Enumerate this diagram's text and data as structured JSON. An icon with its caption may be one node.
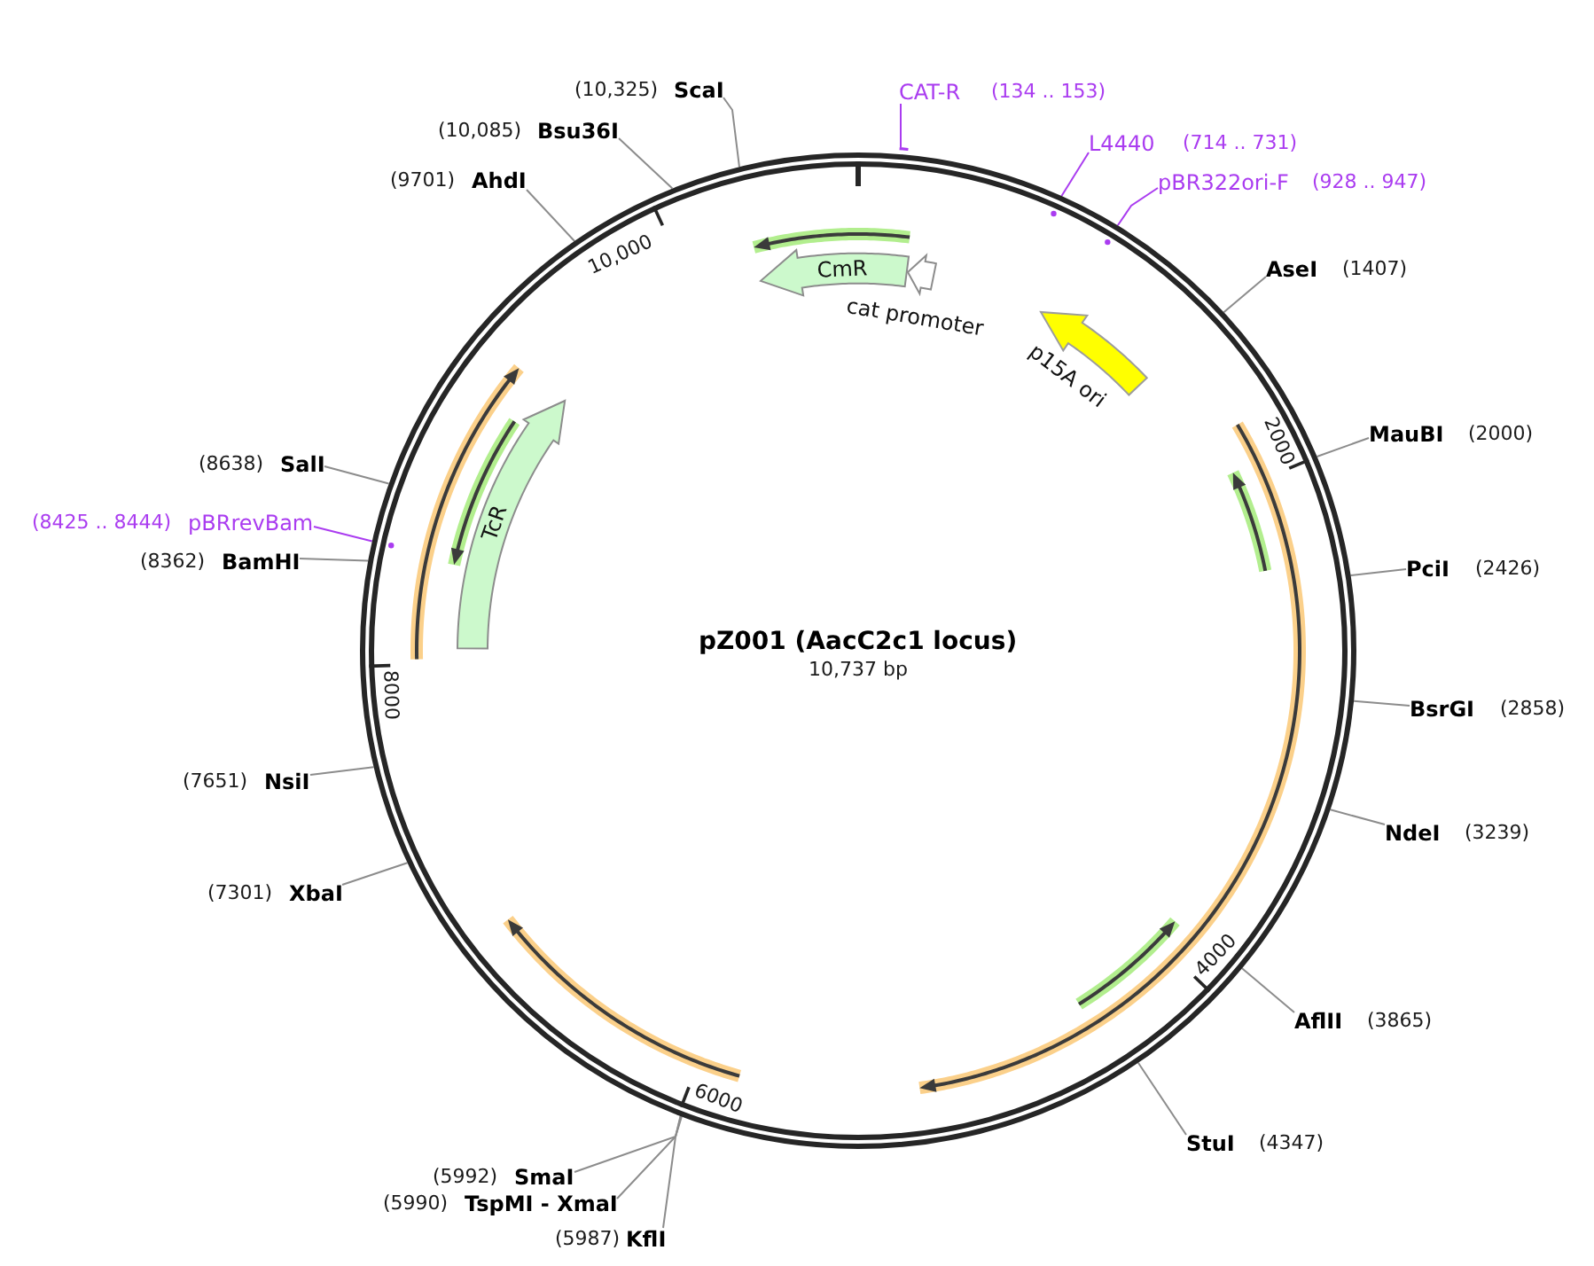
{
  "diagram": {
    "nodes": [
      {
        "text": [
          "pZ001 (AacC2c1 locus)",
          "10,737 bp"
        ]
      },
      {
        "text": [
          "CmR"
        ],
        "in": 0
      },
      {
        "text": [
          "cat promoter"
        ],
        "in": 0
      },
      {
        "text": [
          "p15A ori"
        ],
        "in": 0
      },
      {
        "text": [
          "TcR"
        ],
        "in": 0
      },
      {
        "text": [
          "ScaI"
        ],
        "beside": [
          "(10,325)"
        ]
      },
      {
        "text": [
          "CAT-R"
        ],
        "beside": [
          "(134 .. 153)"
        ]
      },
      {
        "text": [
          "Bsu36I"
        ],
        "beside": [
          "(10,085)"
        ]
      },
      {
        "text": [
          "L4440"
        ],
        "beside": [
          "(714 .. 731)"
        ]
      },
      {
        "text": [
          "AhdI"
        ],
        "beside": [
          "(9701)"
        ]
      },
      {
        "text": [
          "pBR322ori-F"
        ],
        "beside": [
          "(928 .. 947)"
        ]
      },
      {
        "text": [
          "AseI"
        ],
        "beside": [
          "(1407)"
        ]
      },
      {
        "text": [
          "MauBI"
        ],
        "beside": [
          "(2000)"
        ]
      },
      {
        "text": [
          "SalI"
        ],
        "beside": [
          "(8638)"
        ]
      },
      {
        "text": [
          "pBRrevBam"
        ],
        "beside": [
          "(8425 .. 8444)"
        ]
      },
      {
        "text": [
          "BamHI"
        ],
        "beside": [
          "(8362)"
        ]
      },
      {
        "text": [
          "PciI"
        ],
        "beside": [
          "(2426)"
        ]
      },
      {
        "text": [
          "BsrGI"
        ],
        "beside": [
          "(2858)"
        ]
      },
      {
        "text": [
          "NsiI"
        ],
        "beside": [
          "(7651)"
        ]
      },
      {
        "text": [
          "NdeI"
        ],
        "beside": [
          "(3239)"
        ]
      },
      {
        "text": [
          "XbaI"
        ],
        "beside": [
          "(7301)"
        ]
      },
      {
        "text": [
          "AflII"
        ],
        "beside": [
          "(3865)"
        ]
      },
      {
        "text": [
          "StuI"
        ],
        "beside": [
          "(4347)"
        ]
      },
      {
        "text": [
          "SmaI"
        ],
        "beside": [
          "(5992)"
        ]
      },
      {
        "text": [
          "TspMI - XmaI"
        ],
        "beside": [
          "(5990)"
        ]
      },
      {
        "text": [
          "KflI"
        ],
        "beside": [
          "(5987)"
        ]
      },
      {
        "text": [],
        "shape": "bar"
      }
    ],
    "edges": [
      {
        "from": 5,
        "to": 0,
        "arrow": "none"
      },
      {
        "from": 6,
        "to": 26,
        "arrow": "none",
        "color": "#aa3cf0"
      },
      {
        "from": 7,
        "to": 0,
        "arrow": "none"
      },
      {
        "from": 8,
        "to": 0,
        "arrow": "none",
        "color": "#aa3cf0"
      },
      {
        "from": 9,
        "to": 0,
        "arrow": "none"
      },
      {
        "from": 10,
        "to": 0,
        "arrow": "none",
        "color": "#aa3cf0"
      },
      {
        "from": 11,
        "to": 0,
        "arrow": "none"
      },
      {
        "from": 12,
        "to": 0,
        "arrow": "none"
      },
      {
        "from": 13,
        "to": 0,
        "arrow": "none"
      },
      {
        "from": 14,
        "to": 0,
        "arrow": "none",
        "color": "#aa3cf0"
      },
      {
        "from": 15,
        "to": 0,
        "arrow": "none"
      },
      {
        "from": 16,
        "to": 0,
        "arrow": "none"
      },
      {
        "from": 17,
        "to": 0,
        "arrow": "none"
      },
      {
        "from": 18,
        "to": 0,
        "arrow": "none"
      },
      {
        "from": 19,
        "to": 0,
        "arrow": "none"
      },
      {
        "from": 20,
        "to": 0,
        "arrow": "none"
      },
      {
        "from": 21,
        "to": 0,
        "arrow": "none"
      },
      {
        "from": 22,
        "to": 0,
        "arrow": "none"
      },
      {
        "from": 23,
        "to": 0,
        "arrow": "none"
      },
      {
        "from": 24,
        "to": 0,
        "arrow": "none"
      },
      {
        "from": 25,
        "to": 0,
        "arrow": "none"
      }
    ],
    "labels": [
      "10,000",
      "2000",
      "8000",
      "4000",
      "6000"
    ]
  }
}
